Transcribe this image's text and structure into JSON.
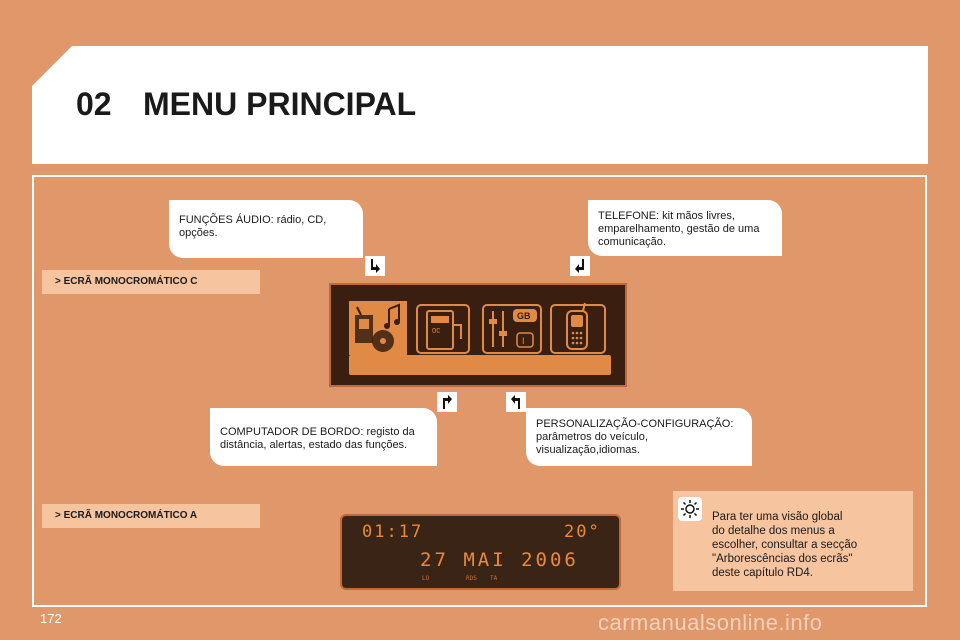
{
  "header": {
    "chapter_number": "02",
    "title": "MENU PRINCIPAL"
  },
  "page_number": "172",
  "sections": {
    "screen_c": "> ECRÃ MONOCROMÁTICO C",
    "screen_a": "> ECRÃ MONOCROMÁTICO A"
  },
  "callouts": {
    "audio": [
      "FUNÇÕES ÁUDIO: rádio, CD,",
      "opções."
    ],
    "phone": [
      "TELEFONE: kit mãos livres,",
      "emparelhamento, gestão de uma",
      "comunicação."
    ],
    "computer": [
      "COMPUTADOR DE BORDO: registo da",
      "distância, alertas, estado das funções."
    ],
    "personal": [
      "PERSONALIZAÇÃO-CONFIGURAÇÃO:",
      "parâmetros do veículo,",
      "visualização,idiomas."
    ]
  },
  "menu_icons": [
    "audio-icon",
    "trip-computer-icon",
    "settings-icon",
    "phone-icon"
  ],
  "lcd_c": {
    "settings_tile_label_1": "GB",
    "settings_tile_label_2": "I"
  },
  "lcd_a": {
    "time": "01:17",
    "temperature": "20°",
    "date": "27 MAI 2006",
    "indicators": [
      "LO",
      "RDS",
      "TA"
    ]
  },
  "tip": [
    "Para ter uma visão global",
    "do detalhe dos menus a",
    "escolher, consultar a secção",
    "\"Arborescências dos ecrãs\"",
    "deste capítulo RD4."
  ],
  "watermark": "carmanualsonline.info",
  "colors": {
    "page_background": "#E0986A",
    "label_background": "#F7C4A0",
    "lcd_background": "#3A1E10",
    "lcd_amber": "#E88A3A"
  }
}
